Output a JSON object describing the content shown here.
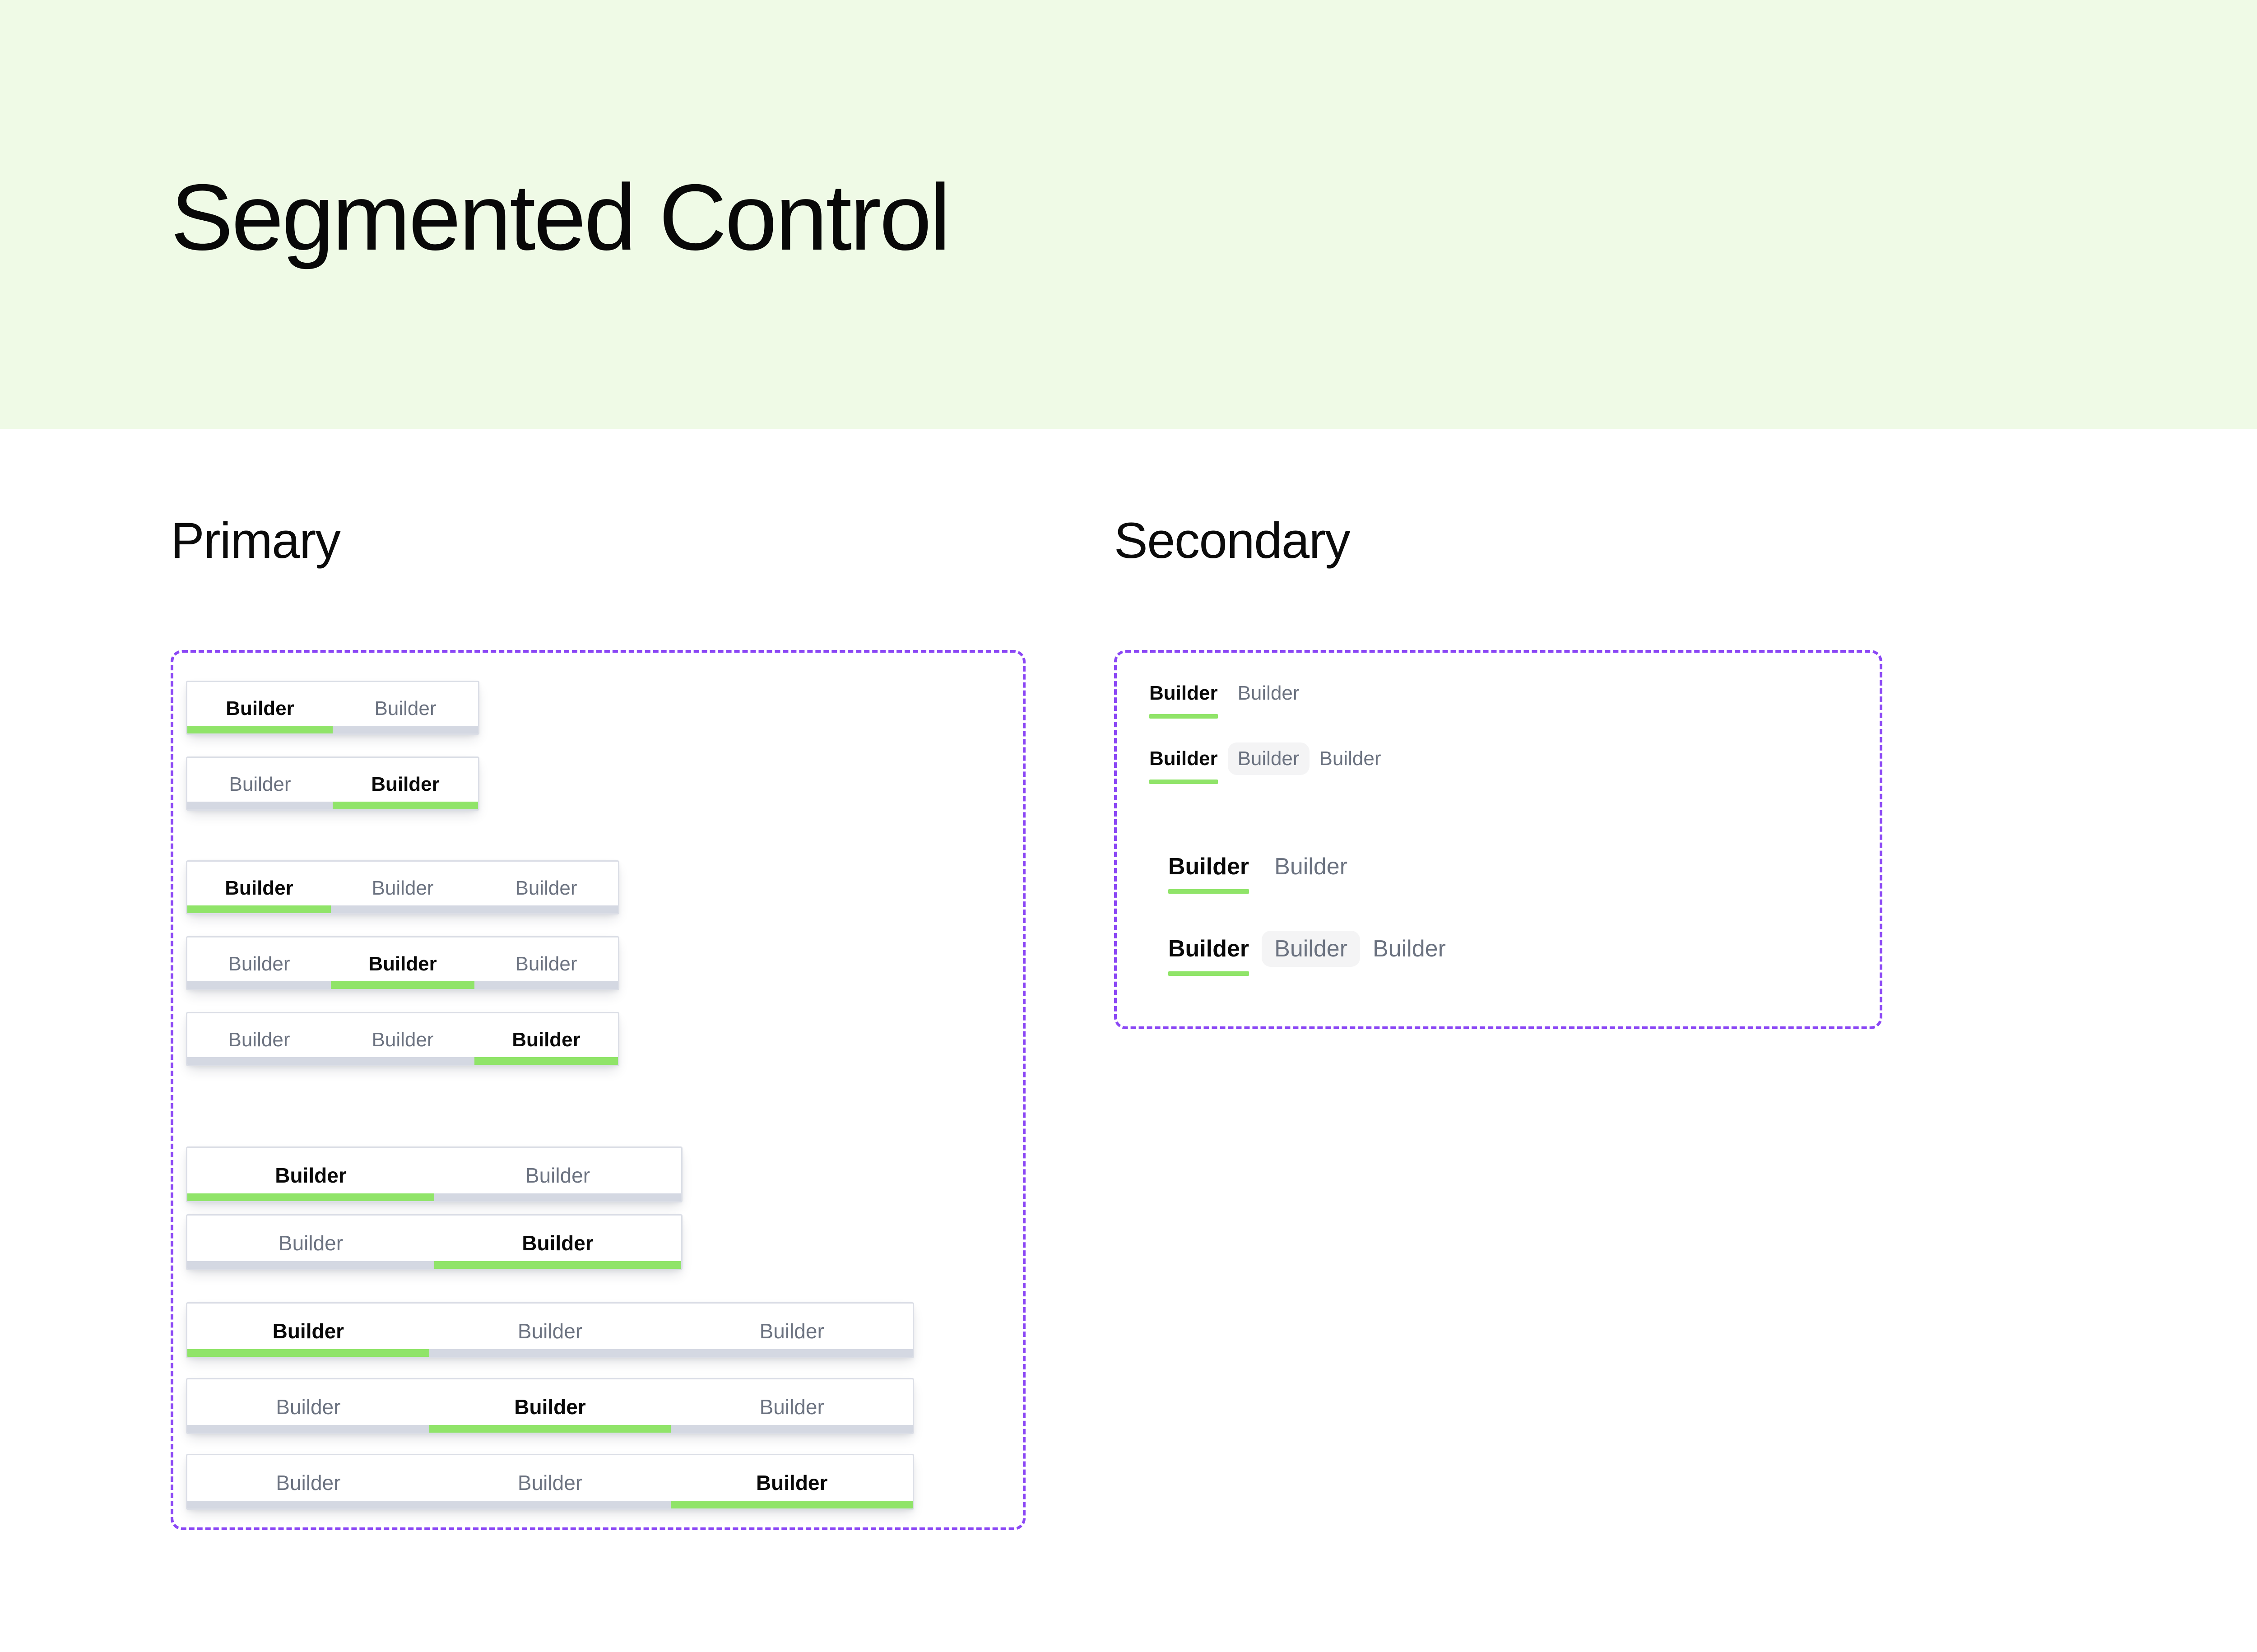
{
  "header": {
    "title": "Segmented Control",
    "band_color": "#EFFAE6"
  },
  "theme": {
    "accent_green": "#90E469",
    "track_gray": "#D4D8E2",
    "panel_dash_purple": "#8B47F5",
    "card_border": "#DBDEE6",
    "inactive_text": "#6B7280",
    "active_text": "#090909",
    "hover_pill": "#F4F4F5"
  },
  "sections": [
    {
      "id": "primary",
      "title": "Primary"
    },
    {
      "id": "secondary",
      "title": "Secondary"
    }
  ],
  "primary": {
    "controls": [
      {
        "size": "small",
        "segments": [
          "Builder",
          "Builder"
        ],
        "active_index": 0
      },
      {
        "size": "small",
        "segments": [
          "Builder",
          "Builder"
        ],
        "active_index": 1
      },
      {
        "size": "small",
        "segments": [
          "Builder",
          "Builder",
          "Builder"
        ],
        "active_index": 0
      },
      {
        "size": "small",
        "segments": [
          "Builder",
          "Builder",
          "Builder"
        ],
        "active_index": 1
      },
      {
        "size": "small",
        "segments": [
          "Builder",
          "Builder",
          "Builder"
        ],
        "active_index": 2
      },
      {
        "size": "large",
        "segments": [
          "Builder",
          "Builder"
        ],
        "active_index": 0
      },
      {
        "size": "large",
        "segments": [
          "Builder",
          "Builder"
        ],
        "active_index": 1
      },
      {
        "size": "large",
        "segments": [
          "Builder",
          "Builder",
          "Builder"
        ],
        "active_index": 0
      },
      {
        "size": "large",
        "segments": [
          "Builder",
          "Builder",
          "Builder"
        ],
        "active_index": 1
      },
      {
        "size": "large",
        "segments": [
          "Builder",
          "Builder",
          "Builder"
        ],
        "active_index": 2
      }
    ]
  },
  "secondary": {
    "controls": [
      {
        "size": "small",
        "segments": [
          "Builder",
          "Builder"
        ],
        "active_index": 0,
        "hover_index": -1
      },
      {
        "size": "small",
        "segments": [
          "Builder",
          "Builder",
          "Builder"
        ],
        "active_index": 0,
        "hover_index": 1
      },
      {
        "size": "large",
        "segments": [
          "Builder",
          "Builder"
        ],
        "active_index": 0,
        "hover_index": -1
      },
      {
        "size": "large",
        "segments": [
          "Builder",
          "Builder",
          "Builder"
        ],
        "active_index": 0,
        "hover_index": 1
      }
    ]
  },
  "labels": {
    "primary_c1_s1": "Builder",
    "primary_c1_s2": "Builder",
    "primary_c2_s1": "Builder",
    "primary_c2_s2": "Builder",
    "primary_c3_s1": "Builder",
    "primary_c3_s2": "Builder",
    "primary_c3_s3": "Builder",
    "primary_c4_s1": "Builder",
    "primary_c4_s2": "Builder",
    "primary_c4_s3": "Builder",
    "primary_c5_s1": "Builder",
    "primary_c5_s2": "Builder",
    "primary_c5_s3": "Builder",
    "primary_c6_s1": "Builder",
    "primary_c6_s2": "Builder",
    "primary_c7_s1": "Builder",
    "primary_c7_s2": "Builder",
    "primary_c8_s1": "Builder",
    "primary_c8_s2": "Builder",
    "primary_c8_s3": "Builder",
    "primary_c9_s1": "Builder",
    "primary_c9_s2": "Builder",
    "primary_c9_s3": "Builder",
    "primary_c10_s1": "Builder",
    "primary_c10_s2": "Builder",
    "primary_c10_s3": "Builder",
    "secondary_c1_s1": "Builder",
    "secondary_c1_s2": "Builder",
    "secondary_c2_s1": "Builder",
    "secondary_c2_s2": "Builder",
    "secondary_c2_s3": "Builder",
    "secondary_c3_s1": "Builder",
    "secondary_c3_s2": "Builder",
    "secondary_c4_s1": "Builder",
    "secondary_c4_s2": "Builder",
    "secondary_c4_s3": "Builder"
  }
}
